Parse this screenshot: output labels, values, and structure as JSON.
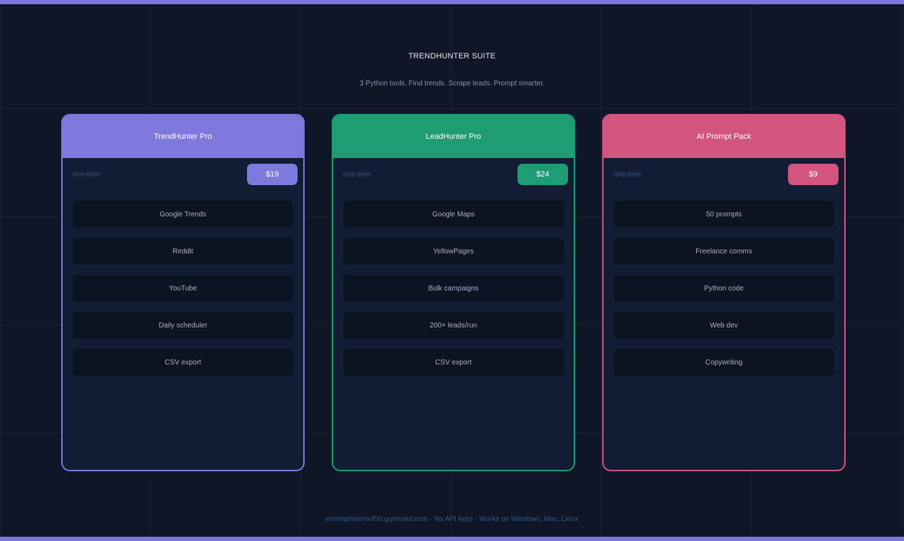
{
  "header": {
    "title": "TRENDHUNTER SUITE",
    "subtitle": "3 Python tools. Find trends. Scrape leads. Prompt smarter."
  },
  "colors": {
    "background": "#0e1628",
    "accent_bar": "#7c78d8",
    "card_body": "#121d35",
    "feature_bg": "#0c1424"
  },
  "cards": [
    {
      "name": "TrendHunter Pro",
      "billing": "one-time",
      "price": "$19",
      "color": "#7f78dd",
      "features": [
        "Google Trends",
        "Reddit",
        "YouTube",
        "Daily scheduler",
        "CSV export"
      ]
    },
    {
      "name": "LeadHunter Pro",
      "billing": "one-time",
      "price": "$24",
      "color": "#1e9c73",
      "features": [
        "Google Maps",
        "YellowPages",
        "Bulk campaigns",
        "200+ leads/run",
        "CSV export"
      ]
    },
    {
      "name": "AI Prompt Pack",
      "billing": "one-time",
      "price": "$9",
      "color": "#d3557f",
      "features": [
        "50 prompts",
        "Freelance comms",
        "Python code",
        "Web dev",
        "Copywriting"
      ]
    }
  ],
  "footer": {
    "text": "emmaphoenix450.gumroad.com · No API keys · Works on Windows, Mac, Linux"
  }
}
